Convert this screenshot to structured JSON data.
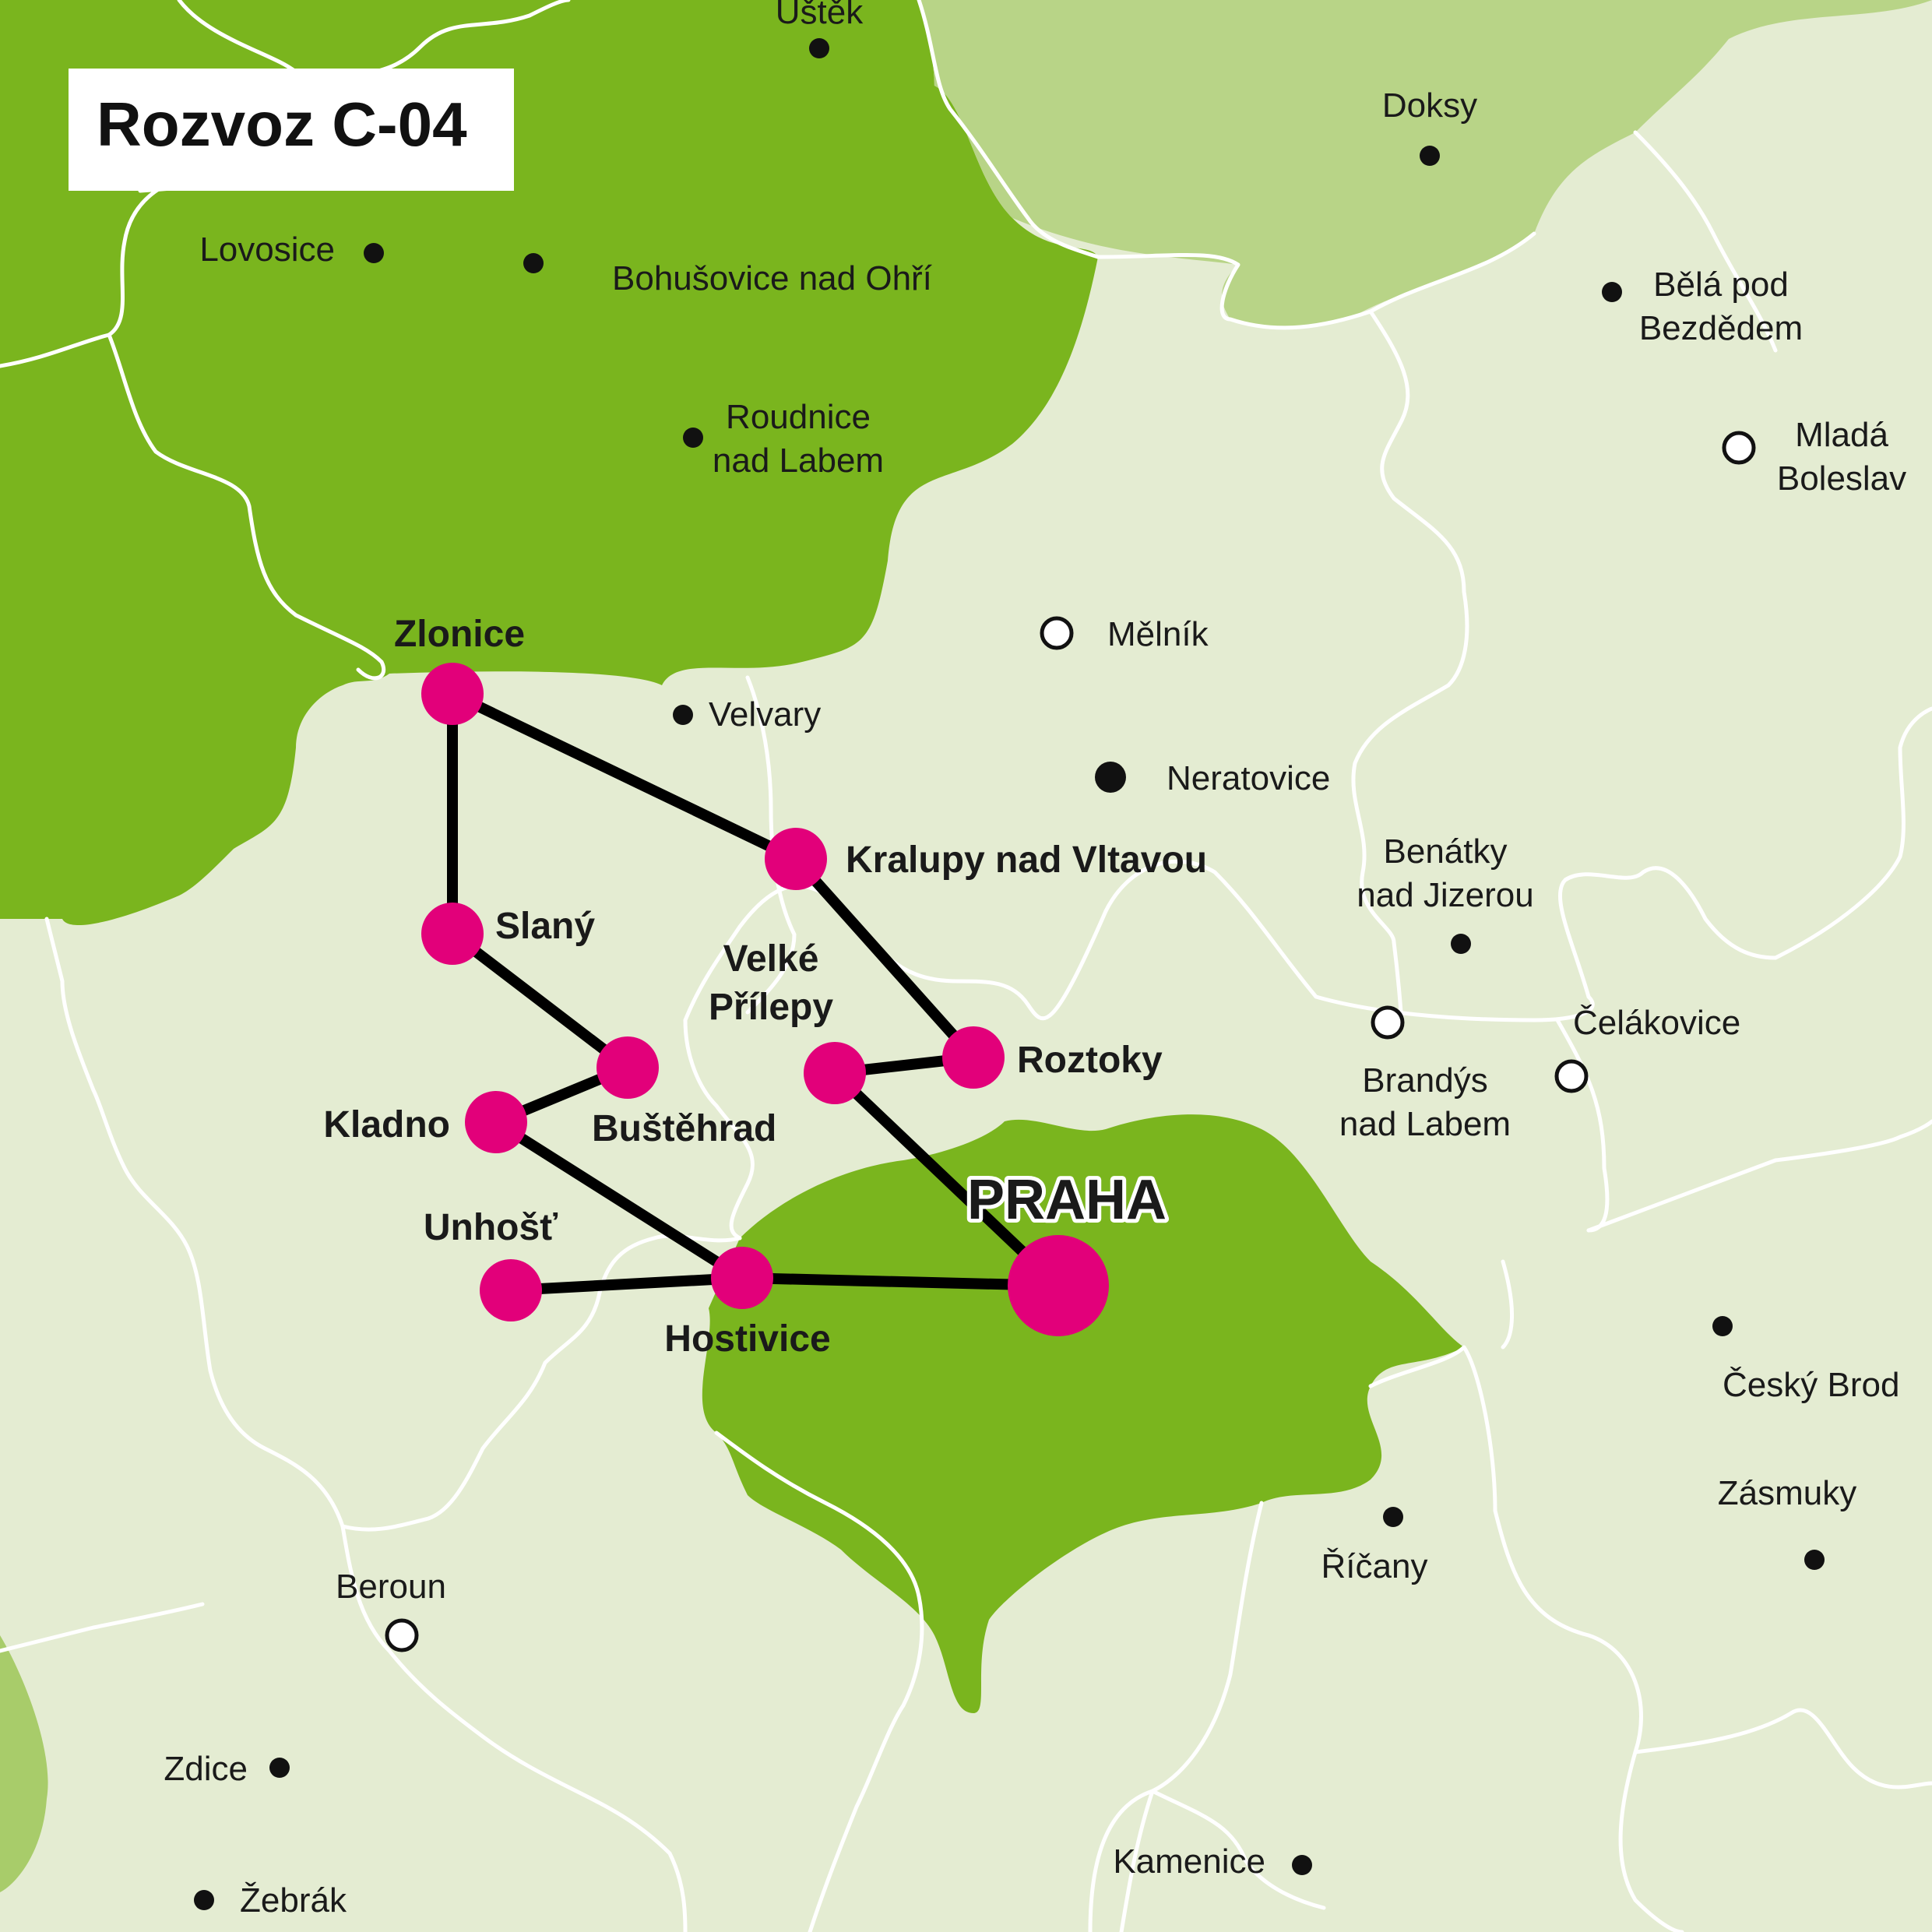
{
  "title": "Rozvoz C-04",
  "colors": {
    "background": "#e4ecd2",
    "region_dark": "#7ab51e",
    "region_light": "#b8d487",
    "border": "#ffffff",
    "route": "#000000",
    "stop": "#e2007a"
  },
  "capital": {
    "name": "PRAHA"
  },
  "stops": [
    {
      "id": "zlonice",
      "name": "Zlonice"
    },
    {
      "id": "slany",
      "name": "Slaný"
    },
    {
      "id": "kralupy",
      "name": "Kralupy nad Vltavou"
    },
    {
      "id": "bustehrad",
      "name": "Buštěhrad"
    },
    {
      "id": "kladno",
      "name": "Kladno"
    },
    {
      "id": "velke-prilepy",
      "name": "Velké\nPřílepy"
    },
    {
      "id": "roztoky",
      "name": "Roztoky"
    },
    {
      "id": "unhost",
      "name": "Unhošť"
    },
    {
      "id": "hostivice",
      "name": "Hostivice"
    },
    {
      "id": "praha",
      "name": "PRAHA"
    }
  ],
  "routes": [
    [
      "zlonice",
      "kralupy"
    ],
    [
      "zlonice",
      "slany"
    ],
    [
      "kralupy",
      "roztoky"
    ],
    [
      "slany",
      "bustehrad"
    ],
    [
      "bustehrad",
      "kladno"
    ],
    [
      "kladno",
      "hostivice"
    ],
    [
      "velke-prilepy",
      "roztoky"
    ],
    [
      "velke-prilepy",
      "praha"
    ],
    [
      "unhost",
      "hostivice"
    ],
    [
      "hostivice",
      "praha"
    ]
  ],
  "towns": [
    {
      "name": "Úštěk",
      "marker": "dot"
    },
    {
      "name": "Doksy",
      "marker": "dot"
    },
    {
      "name": "Lovosice",
      "marker": "dot"
    },
    {
      "name": "Bohušovice nad Ohří",
      "marker": "dot"
    },
    {
      "name": "Bělá pod\nBezdědem",
      "marker": "dot"
    },
    {
      "name": "Roudnice\nnad Labem",
      "marker": "dot"
    },
    {
      "name": "Mladá\nBoleslav",
      "marker": "ring"
    },
    {
      "name": "Mělník",
      "marker": "ring"
    },
    {
      "name": "Velvary",
      "marker": "dot"
    },
    {
      "name": "Neratovice",
      "marker": "dot-large"
    },
    {
      "name": "Benátky\nnad Jizerou",
      "marker": "dot"
    },
    {
      "name": "Čelákovice",
      "marker": "ring"
    },
    {
      "name": "Brandýs\nnad Labem",
      "marker": "ring"
    },
    {
      "name": "Český Brod",
      "marker": "dot"
    },
    {
      "name": "Zásmuky",
      "marker": "dot"
    },
    {
      "name": "Říčany",
      "marker": "dot"
    },
    {
      "name": "Beroun",
      "marker": "ring"
    },
    {
      "name": "Zdice",
      "marker": "dot"
    },
    {
      "name": "Žebrák",
      "marker": "dot"
    },
    {
      "name": "Kamenice",
      "marker": "dot"
    }
  ]
}
